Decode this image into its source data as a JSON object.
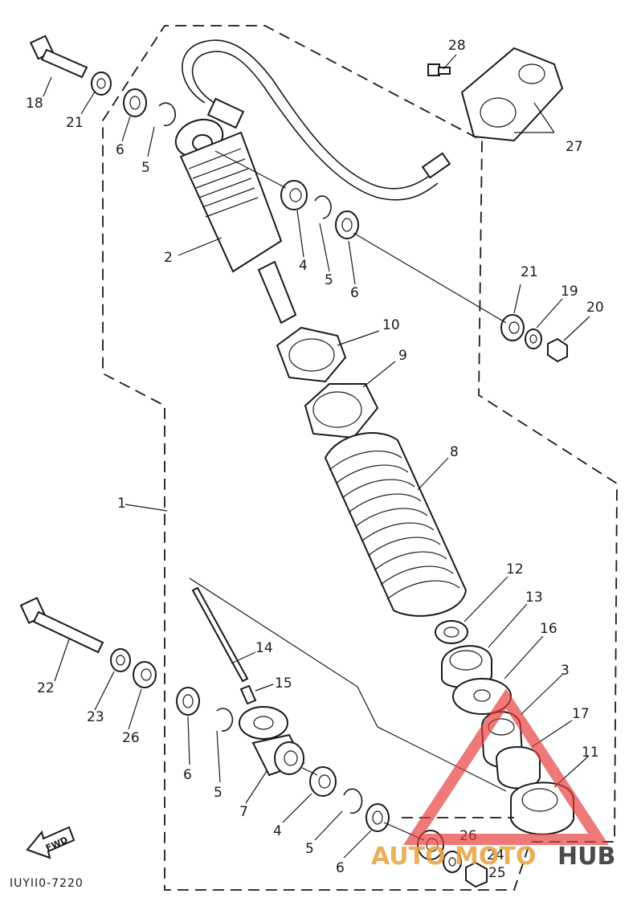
{
  "diagram_code": "IUYII0-7220",
  "fwd_label": "FWD",
  "watermark": {
    "part1": "AUTO",
    "part2": "MOTO",
    "part3": "HUB",
    "color_main": "#e8a23a",
    "color_hub": "#2b2b2b",
    "color_triangle": "#e63b3b"
  },
  "callouts": {
    "c1": "1",
    "c2": "2",
    "c3": "3",
    "c4a": "4",
    "c4b": "4",
    "c5a": "5",
    "c5b": "5",
    "c5c": "5",
    "c5d": "5",
    "c6a": "6",
    "c6b": "6",
    "c6c": "6",
    "c6d": "6",
    "c7": "7",
    "c8": "8",
    "c9": "9",
    "c10": "10",
    "c11": "11",
    "c12": "12",
    "c13": "13",
    "c14": "14",
    "c15": "15",
    "c16": "16",
    "c17": "17",
    "c18": "18",
    "c19": "19",
    "c20": "20",
    "c21a": "21",
    "c21b": "21",
    "c22": "22",
    "c23": "23",
    "c24": "24",
    "c25": "25",
    "c26a": "26",
    "c26b": "26",
    "c27": "27",
    "c28": "28"
  }
}
